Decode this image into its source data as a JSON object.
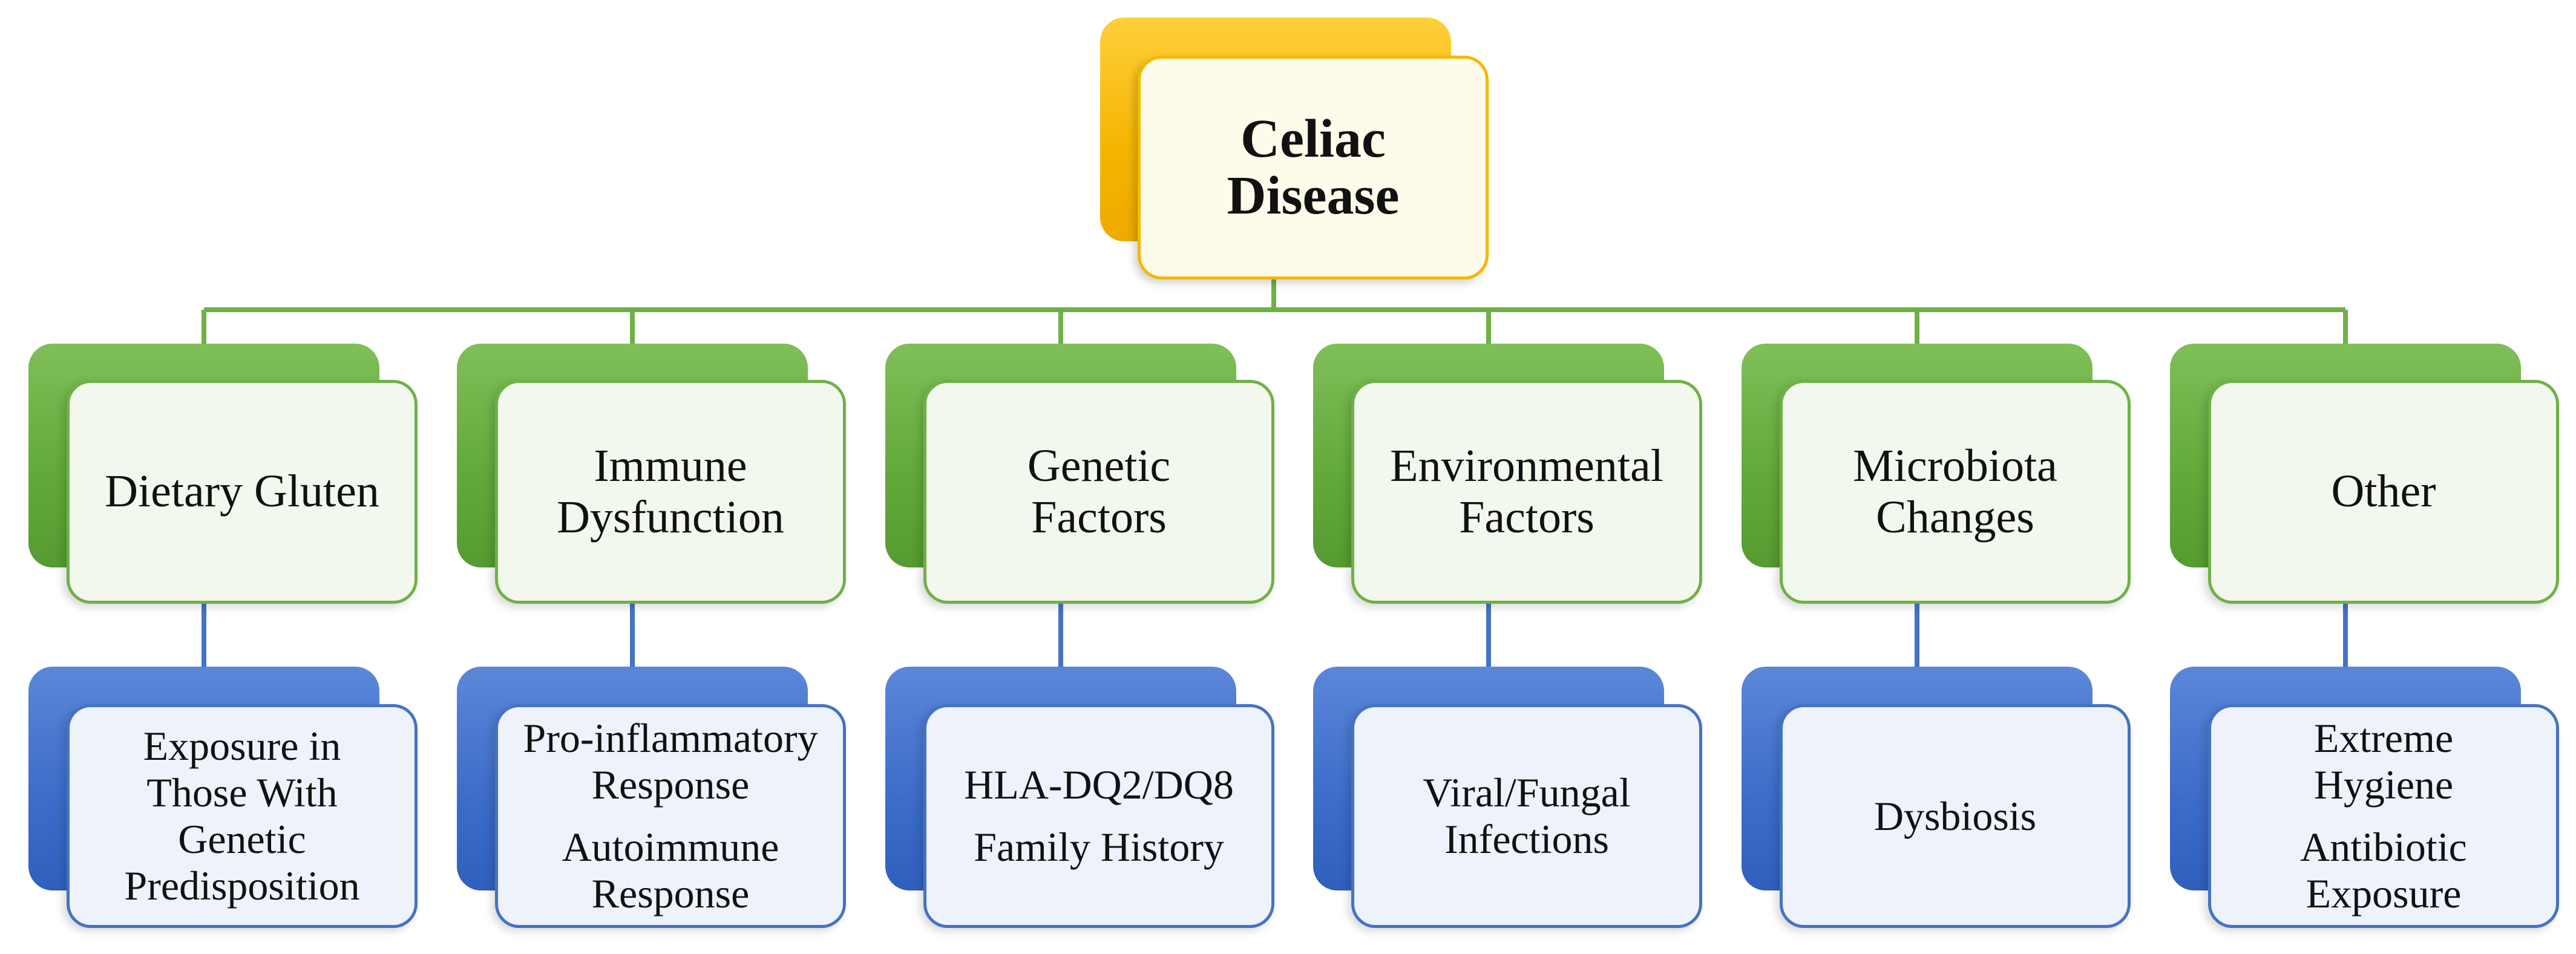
{
  "root": {
    "label": "Celiac\nDisease"
  },
  "categories": [
    {
      "label": "Dietary Gluten",
      "details": [
        "Exposure in\nThose With\nGenetic\nPredisposition"
      ]
    },
    {
      "label": "Immune\nDysfunction",
      "details": [
        "Pro-inflammatory\nResponse",
        "Autoimmune\nResponse"
      ]
    },
    {
      "label": "Genetic\nFactors",
      "details": [
        "HLA-DQ2/DQ8",
        "Family History"
      ]
    },
    {
      "label": "Environmental\nFactors",
      "details": [
        "Viral/Fungal\nInfections"
      ]
    },
    {
      "label": "Microbiota\nChanges",
      "details": [
        "Dysbiosis"
      ]
    },
    {
      "label": "Other",
      "details": [
        "Extreme\nHygiene",
        "Antibiotic\nExposure"
      ]
    }
  ],
  "colors": {
    "root_accent": "#f5b800",
    "category_accent": "#6fb146",
    "detail_accent": "#4472c4"
  }
}
